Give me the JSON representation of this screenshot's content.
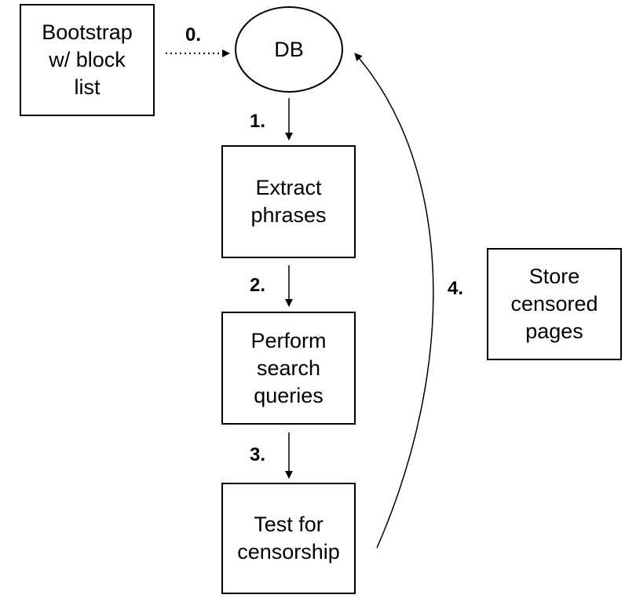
{
  "nodes": {
    "bootstrap": "Bootstrap\nw/ block\nlist",
    "db": "DB",
    "extract": "Extract\nphrases",
    "search": "Perform\nsearch\nqueries",
    "test": "Test for\ncensorship",
    "store": "Store\ncensored\npages"
  },
  "steps": {
    "s0": "0.",
    "s1": "1.",
    "s2": "2.",
    "s3": "3.",
    "s4": "4."
  },
  "edges": [
    {
      "from": "bootstrap",
      "to": "db",
      "label": "0.",
      "style": "dotted"
    },
    {
      "from": "db",
      "to": "extract",
      "label": "1.",
      "style": "solid"
    },
    {
      "from": "extract",
      "to": "search",
      "label": "2.",
      "style": "solid"
    },
    {
      "from": "search",
      "to": "test",
      "label": "3.",
      "style": "solid"
    },
    {
      "from": "test",
      "to": "db",
      "label": "4.",
      "style": "solid-curved"
    }
  ]
}
